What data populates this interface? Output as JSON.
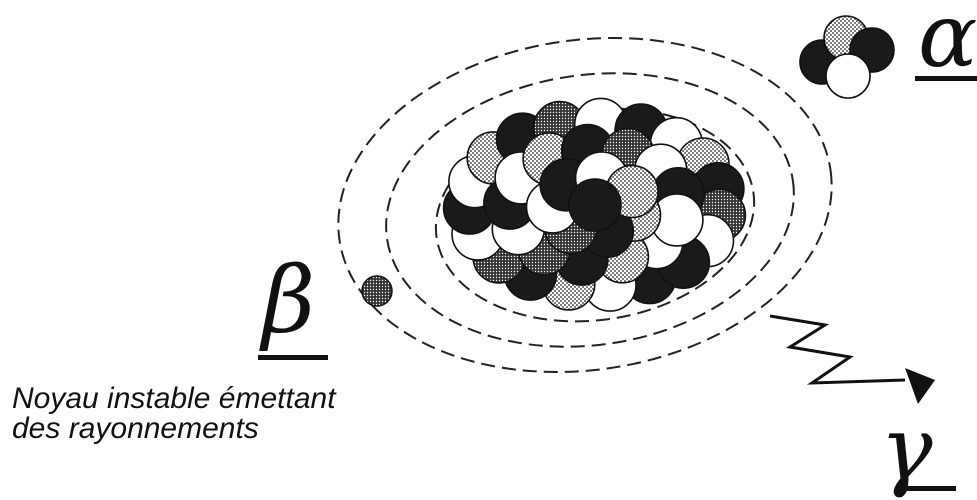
{
  "labels": {
    "alpha": "α",
    "beta": "β",
    "gamma": "γ"
  },
  "caption": {
    "line1": "Noyau instable émettant",
    "line2": "des rayonnements"
  },
  "colors": {
    "ink": "#111111",
    "dark_nucleon": "#1a1a1a",
    "light_nucleon": "#ffffff",
    "gray_nucleon": "#9a9a9a"
  }
}
